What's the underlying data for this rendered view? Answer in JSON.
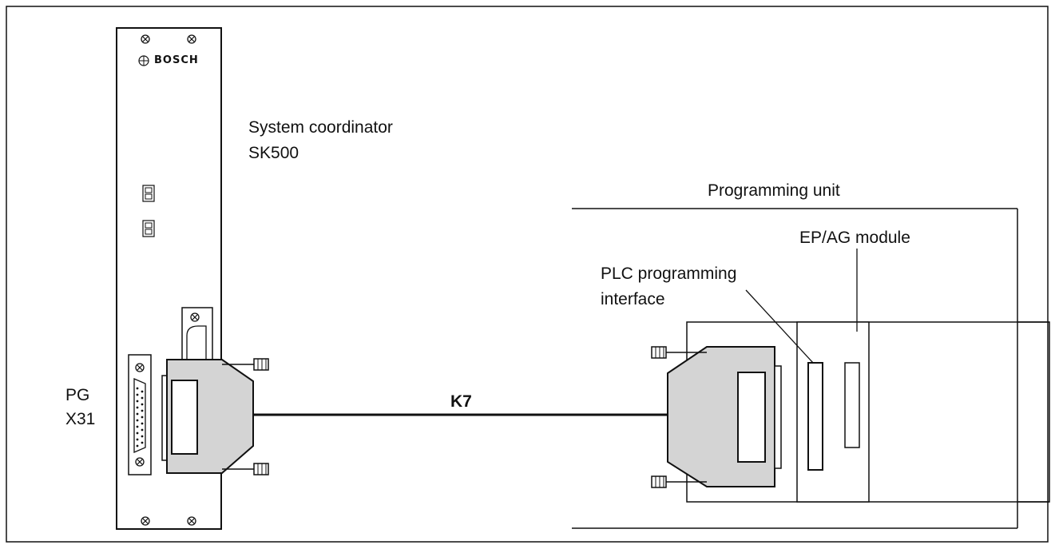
{
  "brand": {
    "name": "BOSCH"
  },
  "labels": {
    "system_coordinator_line1": "System coordinator",
    "system_coordinator_line2": "SK500",
    "programming_unit": "Programming unit",
    "ep_ag_module": "EP/AG module",
    "plc_line1": "PLC programming",
    "plc_line2": "interface",
    "port_line1": "PG",
    "port_line2": "X31",
    "cable": "K7"
  },
  "display": {
    "digit": "8"
  },
  "colors": {
    "connector_fill": "#d4d4d4",
    "stroke": "#111111",
    "background": "#ffffff"
  }
}
